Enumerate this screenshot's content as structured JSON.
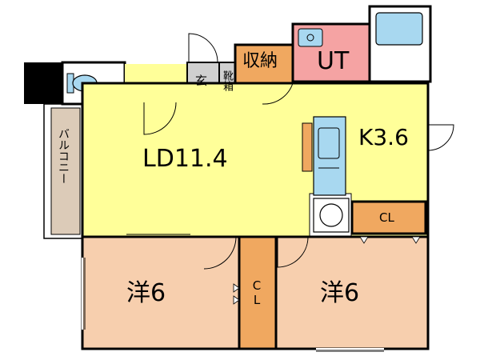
{
  "rooms": {
    "ld": {
      "label": "LD11.4",
      "color": "#ffff99"
    },
    "kitchen": {
      "label": "K3.6",
      "color": "#ffff99"
    },
    "bedroom_left": {
      "label": "洋6",
      "color": "#f7cfae"
    },
    "bedroom_right": {
      "label": "洋6",
      "color": "#f7cfae"
    },
    "storage": {
      "label": "収納",
      "color": "#f0a860"
    },
    "ut": {
      "label": "UT",
      "color": "#f5a3a3"
    },
    "closet_top": {
      "label": "CL",
      "color": "#f0a860"
    },
    "closet_mid": {
      "label": "CL",
      "color": "#f0a860"
    },
    "entrance": {
      "label": "玄"
    },
    "shoe_box": {
      "label": "靴箱"
    },
    "balcony": {
      "label": "バルコニー",
      "color": "#dccbb8"
    }
  },
  "colors": {
    "wall": "#000000",
    "fixture_blue": "#a8d8f0",
    "corridor_yellow": "#ffff99",
    "grey_fill": "#d0d0d0"
  }
}
